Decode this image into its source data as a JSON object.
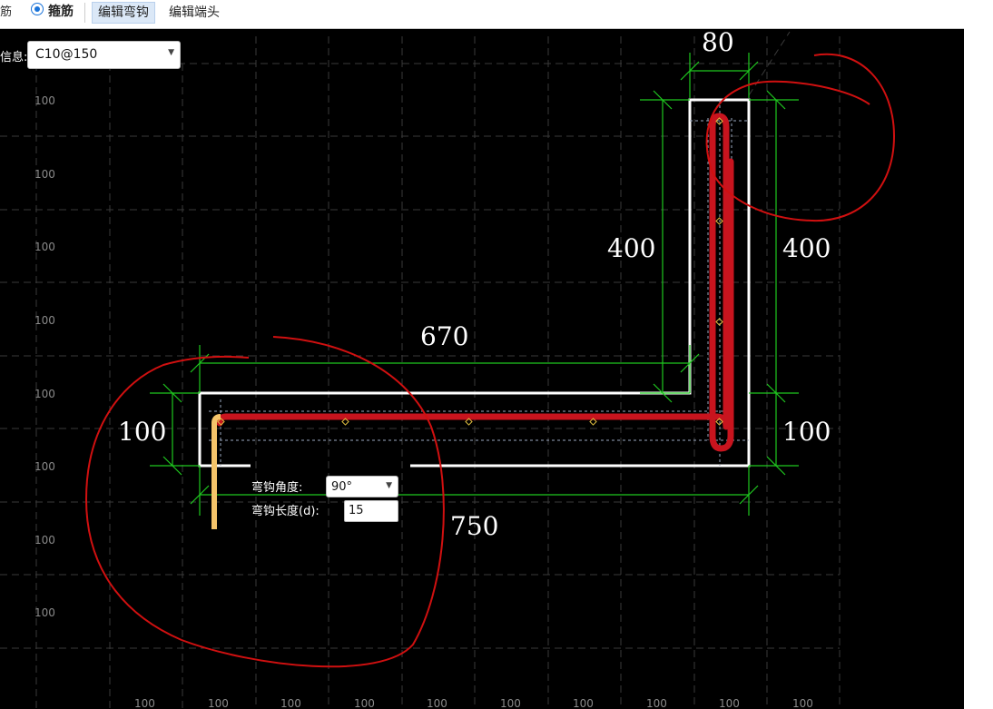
{
  "toolbar": {
    "left_char": "筋",
    "radio_label": "箍筋",
    "tab_edit_hook": "编辑弯钩",
    "tab_edit_end": "编辑端头"
  },
  "info": {
    "label": "信息:",
    "rebar_spec": "C10@150"
  },
  "grid": {
    "left_labels": [
      "100",
      "100",
      "100",
      "100",
      "100",
      "100",
      "100",
      "100"
    ],
    "bottom_labels": [
      "100",
      "100",
      "100",
      "100",
      "100",
      "100",
      "100",
      "100",
      "100",
      "100"
    ]
  },
  "dimensions": {
    "top_width": "80",
    "inner_height": "400",
    "outer_height": "400",
    "inner_length": "670",
    "outer_length": "750",
    "left_thickness": "100",
    "right_thickness": "100"
  },
  "hook": {
    "angle_label": "弯钩角度:",
    "angle_value": "90°",
    "length_label": "弯钩长度(d):",
    "length_value": "15"
  },
  "colors": {
    "rebar": "#c8141e",
    "hook_rebar": "#f5c46a",
    "dimension": "#1fc81f",
    "annotation": "#d01010",
    "outline": "#ffffff"
  }
}
